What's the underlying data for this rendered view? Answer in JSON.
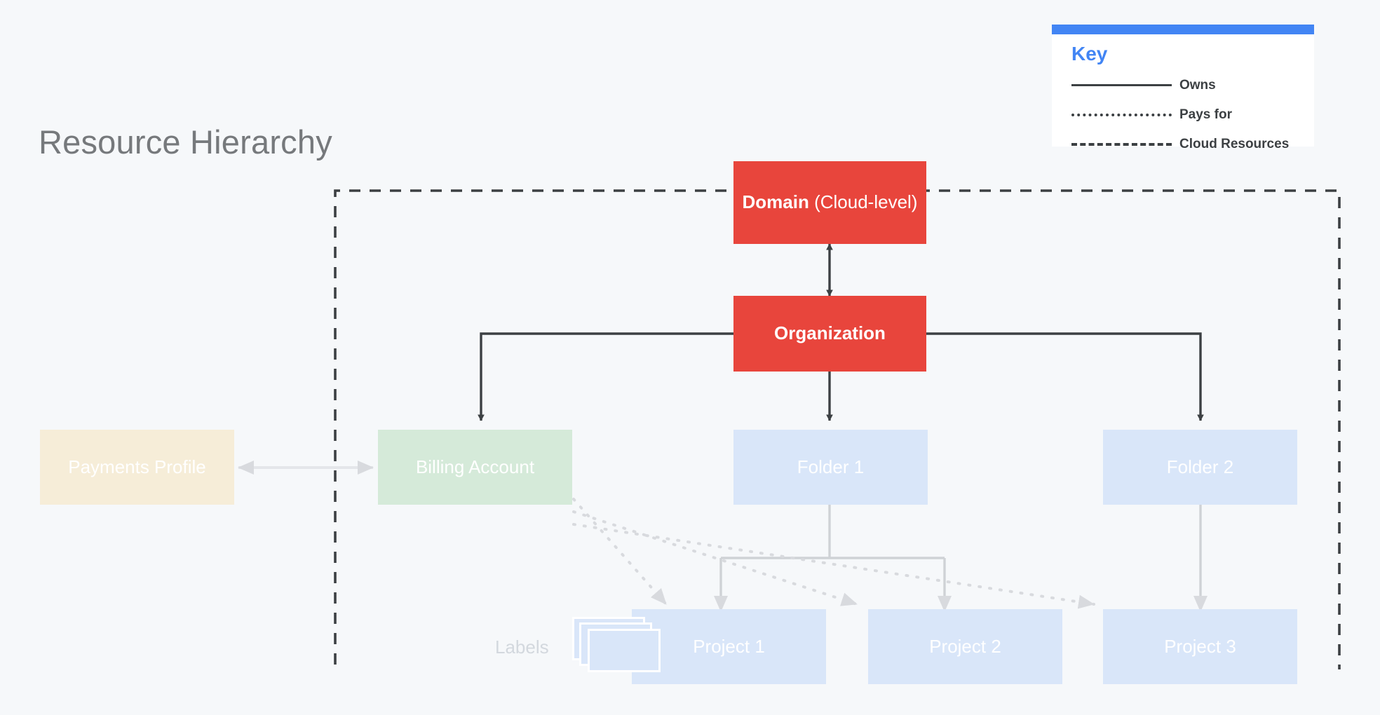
{
  "page": {
    "title": "Resource Hierarchy",
    "background_color": "#f6f8fa"
  },
  "legend": {
    "heading": "Key",
    "accent_color": "#4285f4",
    "items": [
      {
        "style": "solid",
        "label": "Owns"
      },
      {
        "style": "dotted",
        "label": "Pays for"
      },
      {
        "style": "dashed",
        "label": "Cloud Resources"
      }
    ]
  },
  "diagram": {
    "type": "hierarchy",
    "cloud_boundary_label": "Cloud Resources",
    "labels_caption": "Labels",
    "nodes": [
      {
        "id": "domain",
        "label_bold": "Domain",
        "label_regular": " (Cloud-level)",
        "color": "#e8453c",
        "level": 0
      },
      {
        "id": "organization",
        "label": "Organization",
        "color": "#e8453c",
        "level": 1
      },
      {
        "id": "payments-profile",
        "label": "Payments Profile",
        "color": "#f6edd8",
        "level": 2
      },
      {
        "id": "billing-account",
        "label": "Billing Account",
        "color": "#d5ead9",
        "level": 2
      },
      {
        "id": "folder-1",
        "label": "Folder 1",
        "color": "#d9e6f9",
        "level": 2
      },
      {
        "id": "folder-2",
        "label": "Folder 2",
        "color": "#d9e6f9",
        "level": 2
      },
      {
        "id": "project-1",
        "label": "Project 1",
        "color": "#d9e6f9",
        "level": 3
      },
      {
        "id": "project-2",
        "label": "Project 2",
        "color": "#d9e6f9",
        "level": 3
      },
      {
        "id": "project-3",
        "label": "Project 3",
        "color": "#d9e6f9",
        "level": 3
      }
    ],
    "edges": [
      {
        "from": "domain",
        "to": "organization",
        "style": "solid",
        "arrows": "both"
      },
      {
        "from": "organization",
        "to": "billing-account",
        "style": "solid",
        "arrows": "to"
      },
      {
        "from": "organization",
        "to": "folder-1",
        "style": "solid",
        "arrows": "to"
      },
      {
        "from": "organization",
        "to": "folder-2",
        "style": "solid",
        "arrows": "to"
      },
      {
        "from": "payments-profile",
        "to": "billing-account",
        "style": "solid",
        "arrows": "both"
      },
      {
        "from": "folder-1",
        "to": "project-1",
        "style": "solid",
        "arrows": "to"
      },
      {
        "from": "folder-1",
        "to": "project-2",
        "style": "solid",
        "arrows": "to"
      },
      {
        "from": "folder-2",
        "to": "project-3",
        "style": "solid",
        "arrows": "to"
      },
      {
        "from": "billing-account",
        "to": "project-1",
        "style": "dotted",
        "arrows": "to"
      },
      {
        "from": "billing-account",
        "to": "project-2",
        "style": "dotted",
        "arrows": "to"
      },
      {
        "from": "billing-account",
        "to": "project-3",
        "style": "dotted",
        "arrows": "to"
      }
    ]
  }
}
